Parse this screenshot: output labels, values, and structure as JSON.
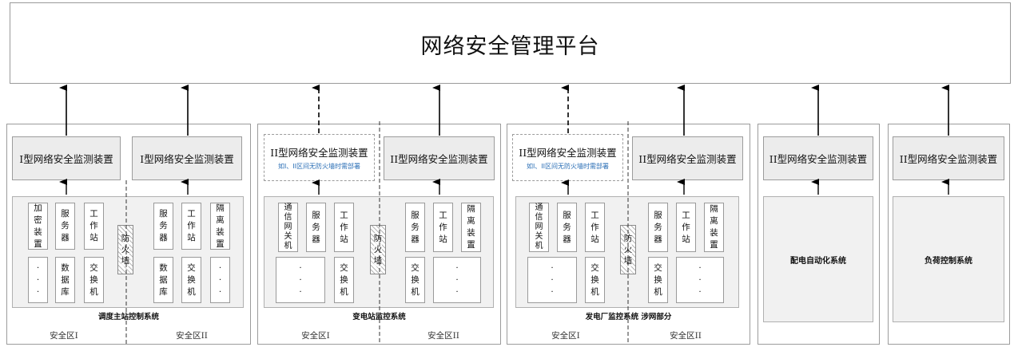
{
  "platform": {
    "title": "网络安全管理平台"
  },
  "panels": [
    {
      "system_name": "调度主站控制系统",
      "zone_left": "安全区I",
      "zone_right": "安全区II",
      "monitor_left": {
        "label": "I型网络安全监测装置"
      },
      "monitor_right": {
        "label": "I型网络安全监测装置"
      },
      "firewall": "防\n火\n墙",
      "devices_left": [
        "加\n密\n装\n置",
        "服\n务\n器",
        "工\n作\n站",
        "·\n·\n·",
        "数\n据\n库",
        "交\n换\n机"
      ],
      "devices_right": [
        "服\n务\n器",
        "工\n作\n站",
        "隔\n离\n装\n置",
        "数\n据\n库",
        "交\n换\n机",
        "·\n·\n·"
      ]
    },
    {
      "system_name": "变电站监控系统",
      "zone_left": "安全区I",
      "zone_right": "安全区II",
      "monitor_left": {
        "label": "II型网络安全监测装置",
        "note": "如I、II区间无防火墙时需部署"
      },
      "monitor_right": {
        "label": "II型网络安全监测装置"
      },
      "firewall": "防\n火\n墙",
      "devices_left": [
        "通\n信\n网\n关\n机",
        "服\n务\n器",
        "工\n作\n站",
        "·\n·\n·",
        "交\n换\n机"
      ],
      "devices_right": [
        "服\n务\n器",
        "工\n作\n站",
        "隔\n离\n装\n置",
        "交\n换\n机",
        "·\n·\n·"
      ]
    },
    {
      "system_name": "发电厂监控系统 涉网部分",
      "zone_left": "安全区I",
      "zone_right": "安全区II",
      "monitor_left": {
        "label": "II型网络安全监测装置",
        "note": "如I、II区间无防火墙时需部署"
      },
      "monitor_right": {
        "label": "II型网络安全监测装置"
      },
      "firewall": "防\n火\n墙",
      "devices_left": [
        "通\n信\n网\n关\n机",
        "服\n务\n器",
        "工\n作\n站",
        "·\n·\n·",
        "交\n换\n机"
      ],
      "devices_right": [
        "服\n务\n器",
        "工\n作\n站",
        "隔\n离\n装\n置",
        "交\n换\n机",
        "·\n·\n·"
      ]
    },
    {
      "monitor": {
        "label": "II型网络安全监测装置"
      },
      "system_name": "配电自动化系统"
    },
    {
      "monitor": {
        "label": "II型网络安全监测装置"
      },
      "system_name": "负荷控制系统"
    }
  ]
}
